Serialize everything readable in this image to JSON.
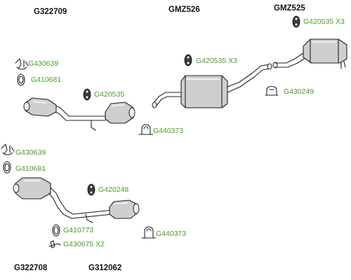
{
  "colors": {
    "label": "#4a9a2a",
    "heading": "#111111",
    "line": "#222222",
    "part_fill": "#cfcfcf"
  },
  "assemblies": {
    "top_left": "G322709",
    "top_middle": "GMZ526",
    "top_right": "GMZ525",
    "bottom_left": "G322708",
    "bottom_middle": "G312062"
  },
  "parts": {
    "g430639_top": {
      "label": "G430639",
      "icon": "clamp-icon"
    },
    "g410681_top": {
      "label": "G410681",
      "icon": "gasket-ring-icon"
    },
    "g420535_single": {
      "label": "G420535",
      "icon": "rubber-hanger-icon"
    },
    "g440373_top": {
      "label": "G440373",
      "icon": "u-bolt-clamp-icon"
    },
    "g420535_x3_middle": {
      "label": "G420535 X3",
      "icon": "rubber-hanger-icon"
    },
    "g420535_x3_right": {
      "label": "G420535 X3",
      "icon": "rubber-hanger-icon"
    },
    "g430249": {
      "label": "G430249",
      "icon": "clamp-icon"
    },
    "g430639_bottom": {
      "label": "G430639",
      "icon": "clamp-icon"
    },
    "g410681_bottom": {
      "label": "G410681",
      "icon": "gasket-ring-icon"
    },
    "g420248": {
      "label": "G420248",
      "icon": "rubber-hanger-icon"
    },
    "g410773": {
      "label": "G410773",
      "icon": "gasket-ring-icon"
    },
    "g430675_x2": {
      "label": "G430675 X2",
      "icon": "bolt-icon"
    },
    "g440373_bottom": {
      "label": "G440373",
      "icon": "u-bolt-clamp-icon"
    }
  }
}
